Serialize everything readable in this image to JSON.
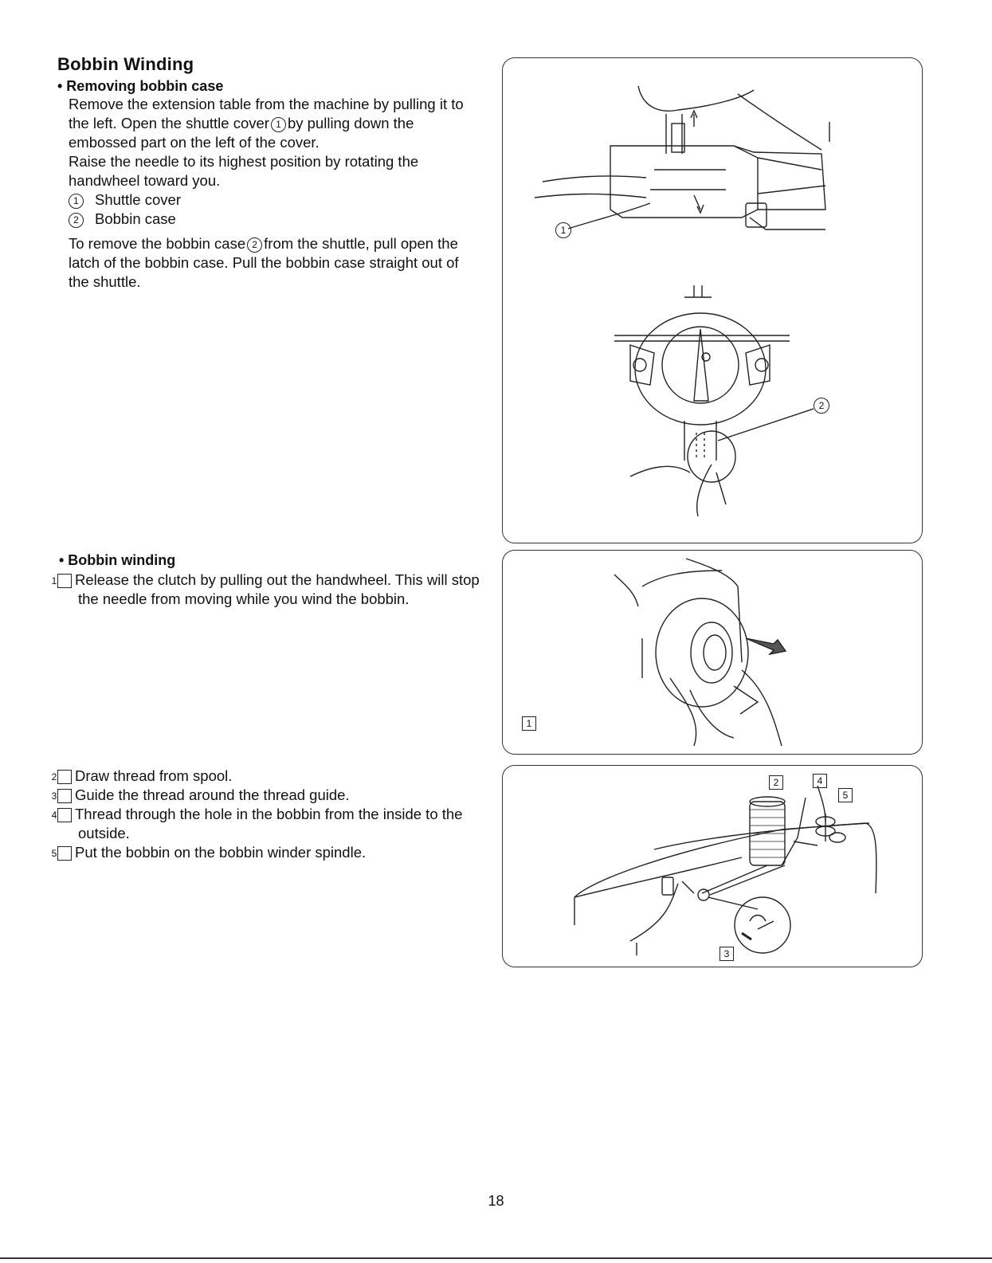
{
  "title": "Bobbin Winding",
  "section1": {
    "heading": "• Removing bobbin case",
    "p1": {
      "a": "Remove the extension table from the machine by pulling it to the left.  Open the shuttle cover",
      "ref": "1",
      "b": "by pulling down the embossed part on the left of the cover."
    },
    "p2": "Raise the needle to its highest position by rotating the handwheel toward you.",
    "legend": [
      {
        "num": "1",
        "label": "Shuttle cover"
      },
      {
        "num": "2",
        "label": "Bobbin case"
      }
    ],
    "p3": {
      "a": "To remove the bobbin case",
      "ref": "2",
      "b": "from the shuttle, pull open the latch of the bobbin case. Pull the bobbin case straight out of the shuttle."
    }
  },
  "section2": {
    "heading": "• Bobbin winding",
    "step1": {
      "num": "1",
      "text": "Release the clutch by pulling out the handwheel.  This will stop the needle from moving while you wind the bobbin."
    },
    "steps": [
      {
        "num": "2",
        "text": "Draw thread from spool."
      },
      {
        "num": "3",
        "text": "Guide the thread around the thread guide."
      },
      {
        "num": "4",
        "text": "Thread through the hole in the bobbin from the inside to the outside."
      },
      {
        "num": "5",
        "text": "Put the bobbin on the bobbin winder spindle."
      }
    ]
  },
  "figures": {
    "fig1_callouts": [
      "1",
      "2"
    ],
    "fig2_callouts": [
      "1"
    ],
    "fig3_callouts": [
      "2",
      "4",
      "5",
      "3"
    ]
  },
  "page_number": "18"
}
